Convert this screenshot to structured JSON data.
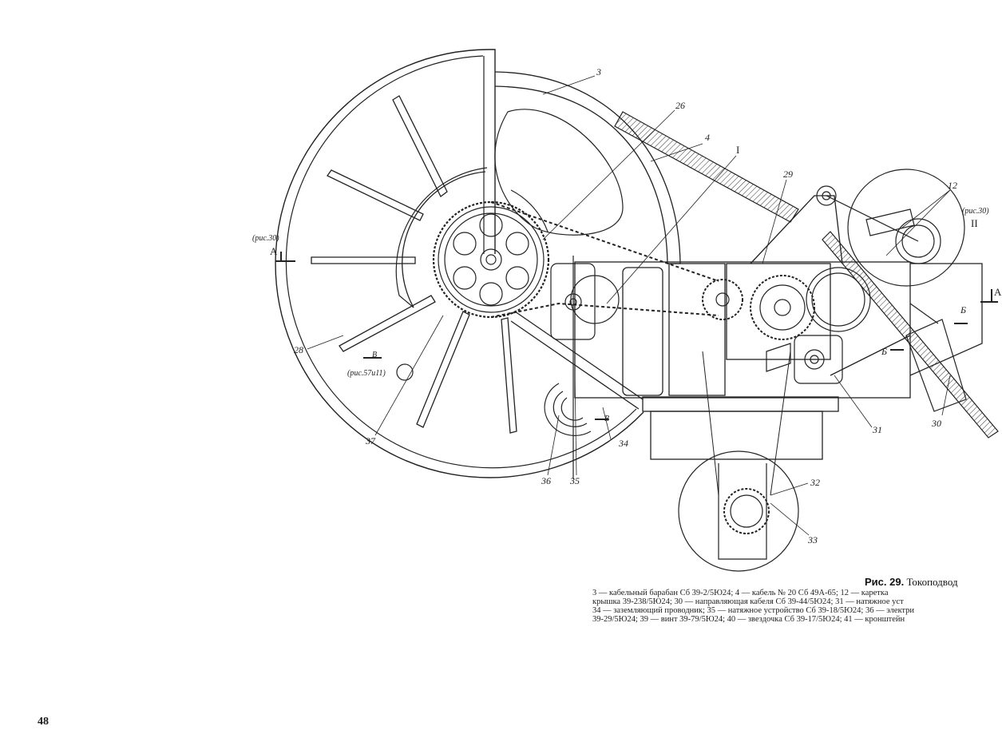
{
  "figure": {
    "title_label": "Рис. 29.",
    "title_text": " Токоподвод",
    "caption_lines": [
      "3 — кабельный барабан Сб 39-2/5Ю24; 4 — кабель № 20 Сб 49А-65; 12 — каретка",
      "крышка 39-238/5Ю24; 30 — направляющая кабеля Сб 39-44/5Ю24; 31 — натяжное уст",
      "34 — заземляющий проводник; 35 — натяжное устройство Сб 39-18/5Ю24; 36 — электри",
      "39-29/5Ю24; 39 — винт 39-79/5Ю24; 40 — звездочка Сб 39-17/5Ю24; 41 — кронштейн"
    ]
  },
  "labels": {
    "l3": "3",
    "l26": "26",
    "l4": "4",
    "lI": "I",
    "l29": "29",
    "l12": "12",
    "ric30_right": "(рис.30)",
    "lII": "II",
    "ric30_left": "(рис.30)",
    "lA_left": "А",
    "lA_right": "А",
    "lB_sec": "Б",
    "lB_sec2": "Б",
    "l28": "28",
    "lV_top": "В",
    "ric57": "(рис.57и11)",
    "lV_bottom": "В",
    "l37": "37",
    "l36": "36",
    "l35": "35",
    "l34": "34",
    "l31": "31",
    "l30": "30",
    "l32": "32",
    "l33": "33"
  },
  "page": {
    "number": "48"
  }
}
